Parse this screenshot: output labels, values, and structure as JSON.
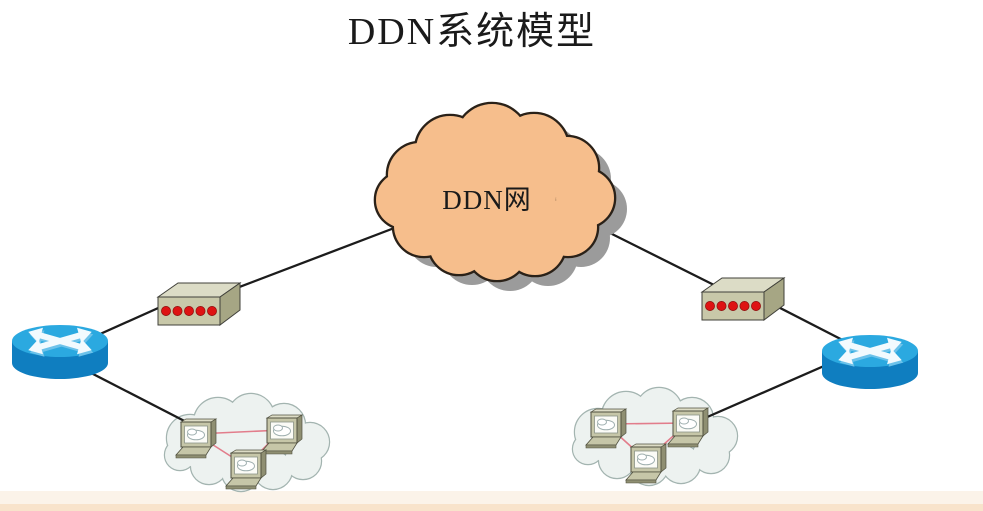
{
  "title": "DDN系统模型",
  "wan_cloud": {
    "label": "DDN网"
  },
  "nodes": {
    "routers": [
      {
        "id": "router-left",
        "icon": "router-icon"
      },
      {
        "id": "router-right",
        "icon": "router-icon"
      }
    ],
    "modems": [
      {
        "id": "modem-left",
        "icon": "modem-icon",
        "led_count": 5
      },
      {
        "id": "modem-right",
        "icon": "modem-icon",
        "led_count": 5
      }
    ],
    "lans": [
      {
        "id": "lan-left",
        "icon": "lan-cloud-icon",
        "computer_count": 3
      },
      {
        "id": "lan-right",
        "icon": "lan-cloud-icon",
        "computer_count": 3
      }
    ]
  },
  "colors": {
    "line": "#1C1C1C",
    "wan_fill": "#F6BE8C",
    "wan_stroke": "#2A2118",
    "shadow": "#9B9B9B",
    "router_top": "#2BA9E0",
    "router_body": "#0F7EC0",
    "router_arrow": "#F2FAFE",
    "router_arrow_shade": "#6CC2EA",
    "modem_front": "#C8C8A9",
    "modem_top": "#DCDCC6",
    "modem_side": "#A6A684",
    "led": "#DE1313",
    "lan_fill": "#EDF2F0",
    "lan_stroke": "#A3B4B0",
    "lan_link": "#E27D8B",
    "pc_body": "#C6C6A8",
    "pc_side": "#8F8F72",
    "footer": "#FBF3E9",
    "footer_edge": "#F8E3CB",
    "text": "#1A1A1A"
  }
}
